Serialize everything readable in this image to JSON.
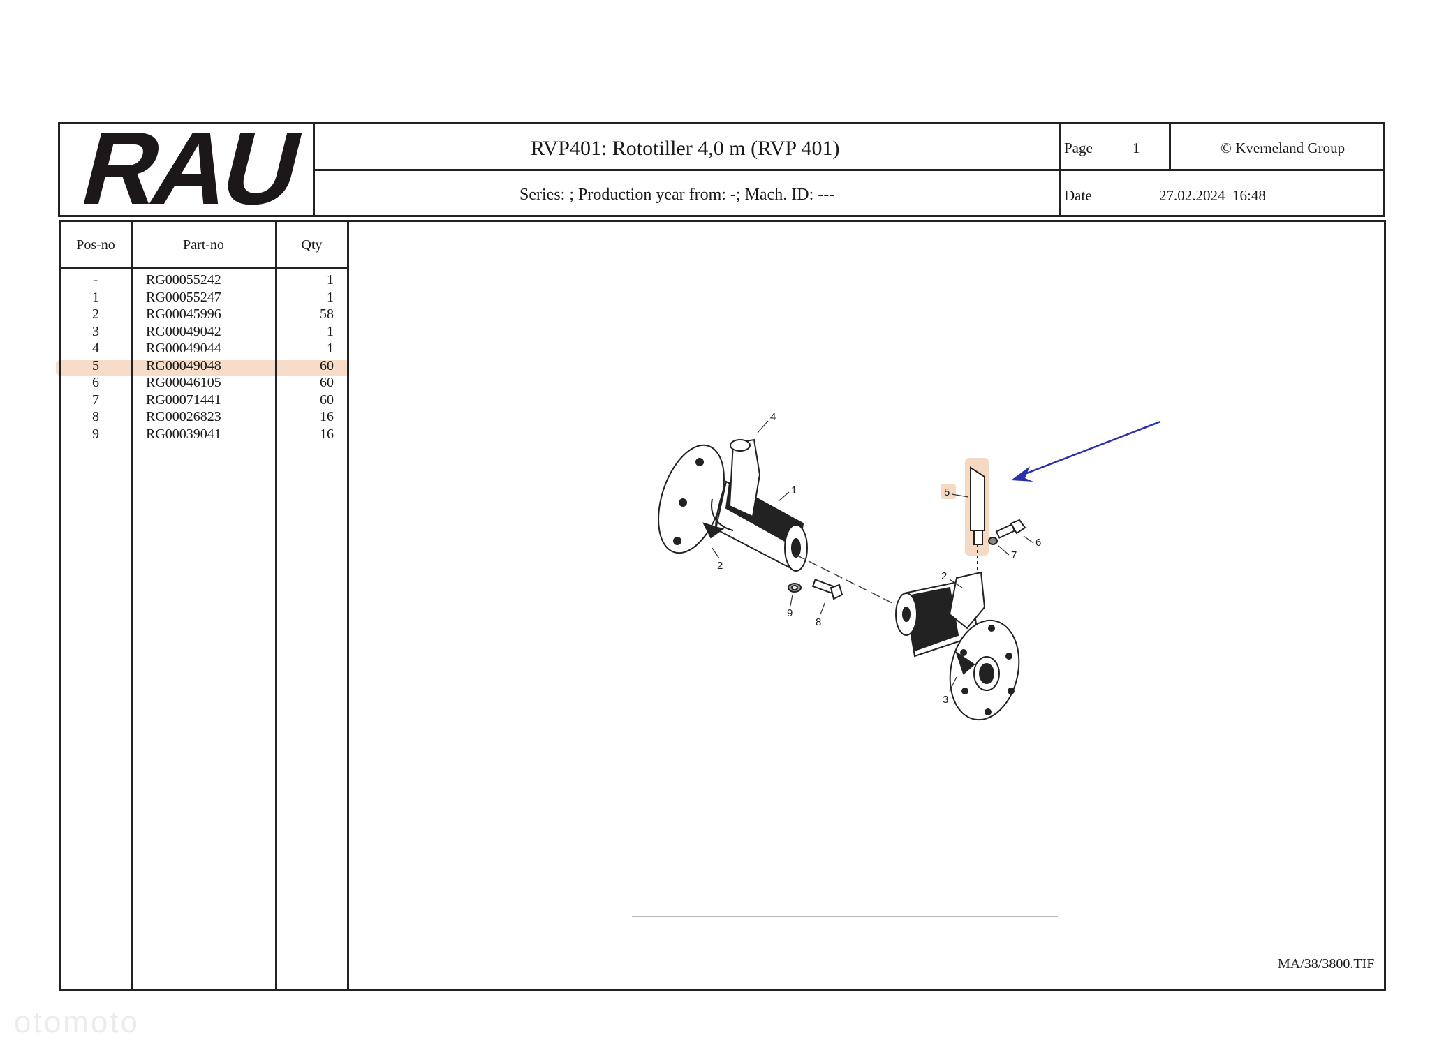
{
  "header": {
    "logo_text": "RAU",
    "title": "RVP401: Rototiller 4,0 m (RVP 401)",
    "subtitle": "Series: ; Production year from: -; Mach. ID: ---",
    "page_label": "Page",
    "page_value": "1",
    "copyright": "© Kverneland Group",
    "date_label": "Date",
    "date_value": "27.02.2024  16:48"
  },
  "table": {
    "columns": [
      "Pos-no",
      "Part-no",
      "Qty"
    ],
    "highlighted_pos": "5",
    "rows": [
      {
        "pos": "-",
        "part": "RG00055242",
        "qty": "1"
      },
      {
        "pos": "1",
        "part": "RG00055247",
        "qty": "1"
      },
      {
        "pos": "2",
        "part": "RG00045996",
        "qty": "58"
      },
      {
        "pos": "3",
        "part": "RG00049042",
        "qty": "1"
      },
      {
        "pos": "4",
        "part": "RG00049044",
        "qty": "1"
      },
      {
        "pos": "5",
        "part": "RG00049048",
        "qty": "60"
      },
      {
        "pos": "6",
        "part": "RG00046105",
        "qty": "60"
      },
      {
        "pos": "7",
        "part": "RG00071441",
        "qty": "60"
      },
      {
        "pos": "8",
        "part": "RG00026823",
        "qty": "16"
      },
      {
        "pos": "9",
        "part": "RG00039041",
        "qty": "16"
      }
    ]
  },
  "diagram": {
    "callouts": [
      "4",
      "1",
      "2",
      "9",
      "8",
      "5",
      "6",
      "7",
      "2",
      "3"
    ],
    "highlight_color": "#f3d2b8",
    "arrow_color": "#2b2fa8"
  },
  "footer": {
    "file_ref": "MA/38/3800.TIF",
    "watermark": "otomoto"
  }
}
